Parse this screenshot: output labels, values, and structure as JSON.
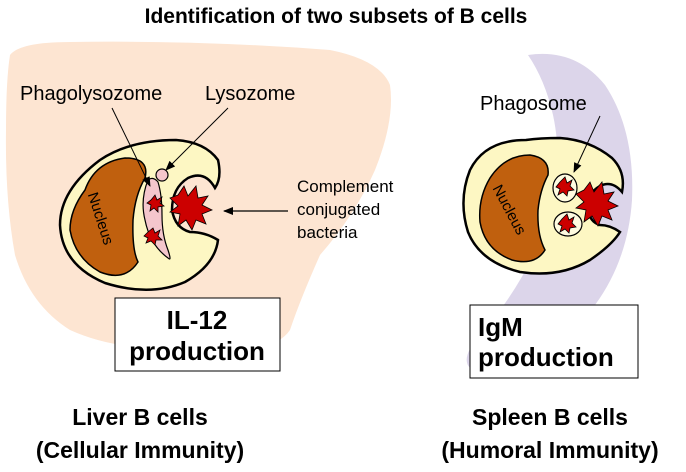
{
  "title": "Identification of two subsets of B cells",
  "colors": {
    "liver": "#fde5d2",
    "spleen": "#dcd5ea",
    "cytoplasm": "#fdf7c3",
    "nucleus": "#c0600e",
    "vesicle": "#f4c6cc",
    "bacteria": "#cc0000",
    "outline": "#000000"
  },
  "left": {
    "phagolysozome_label": "Phagolysozome",
    "lysozome_label": "Lysozome",
    "nucleus_label": "Nucleus",
    "complement_label": [
      "Complement",
      "conjugated",
      "bacteria"
    ],
    "box_lines": [
      "IL-12",
      "production"
    ],
    "caption_lines": [
      "Liver B cells",
      "(Cellular Immunity)"
    ]
  },
  "right": {
    "phagosome_label": "Phagosome",
    "nucleus_label": "Nucleus",
    "box_lines": [
      "IgM",
      "production"
    ],
    "caption_lines": [
      "Spleen B cells",
      "(Humoral Immunity)"
    ]
  }
}
